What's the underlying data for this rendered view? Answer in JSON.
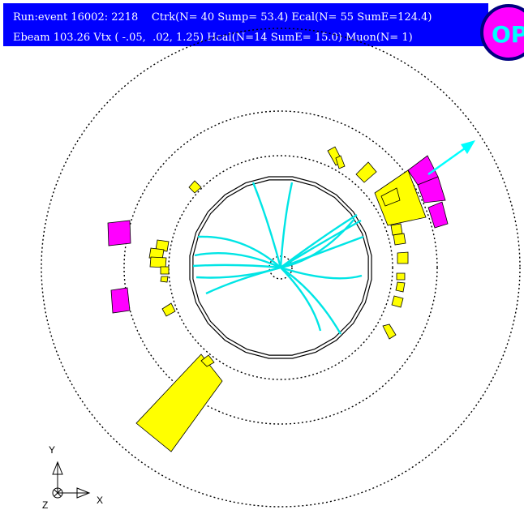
{
  "banner": {
    "line1": "Run:event 16002: 2218    Ctrk(N= 40 Sump= 53.4) Ecal(N= 55 SumE=124.4)",
    "line2": "Ebeam 103.26 Vtx ( -.05,  .02, 1.25) Hcal(N=14 SumE= 15.0) Muon(N= 1)"
  },
  "logo": {
    "text": "OP",
    "colors": {
      "ring": "#ff00ff",
      "letters": "#00ffff",
      "outline": "#000080"
    }
  },
  "axes": {
    "y_label": "Y",
    "x_label": "X",
    "z_label": "Z"
  },
  "colors": {
    "banner_bg": "#0000ff",
    "track": "#00e5e5",
    "ecal": "#ffff00",
    "hcal": "#ff00ff",
    "muon": "#00ffff",
    "detector": "#000000"
  }
}
